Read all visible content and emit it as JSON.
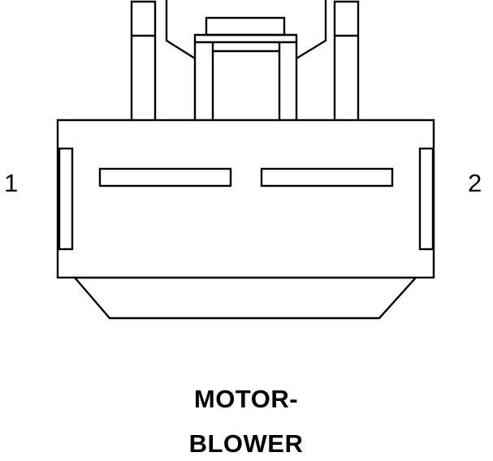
{
  "connector": {
    "pin_labels": [
      "1",
      "2"
    ],
    "caption_lines": [
      "MOTOR-",
      "BLOWER"
    ],
    "line_color": "#000000",
    "background_color": "#ffffff"
  }
}
